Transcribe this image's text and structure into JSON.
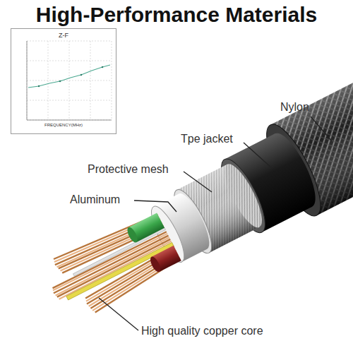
{
  "diagram": {
    "title": "High-Performance Materials",
    "nodes": [
      {
        "text": [
          "Z-F",
          "FREQUENCY(MHz)"
        ]
      }
    ],
    "labels": [
      "Nylon",
      "Tpe jacket",
      "Protective mesh",
      "Aluminum",
      "High quality copper core"
    ]
  }
}
